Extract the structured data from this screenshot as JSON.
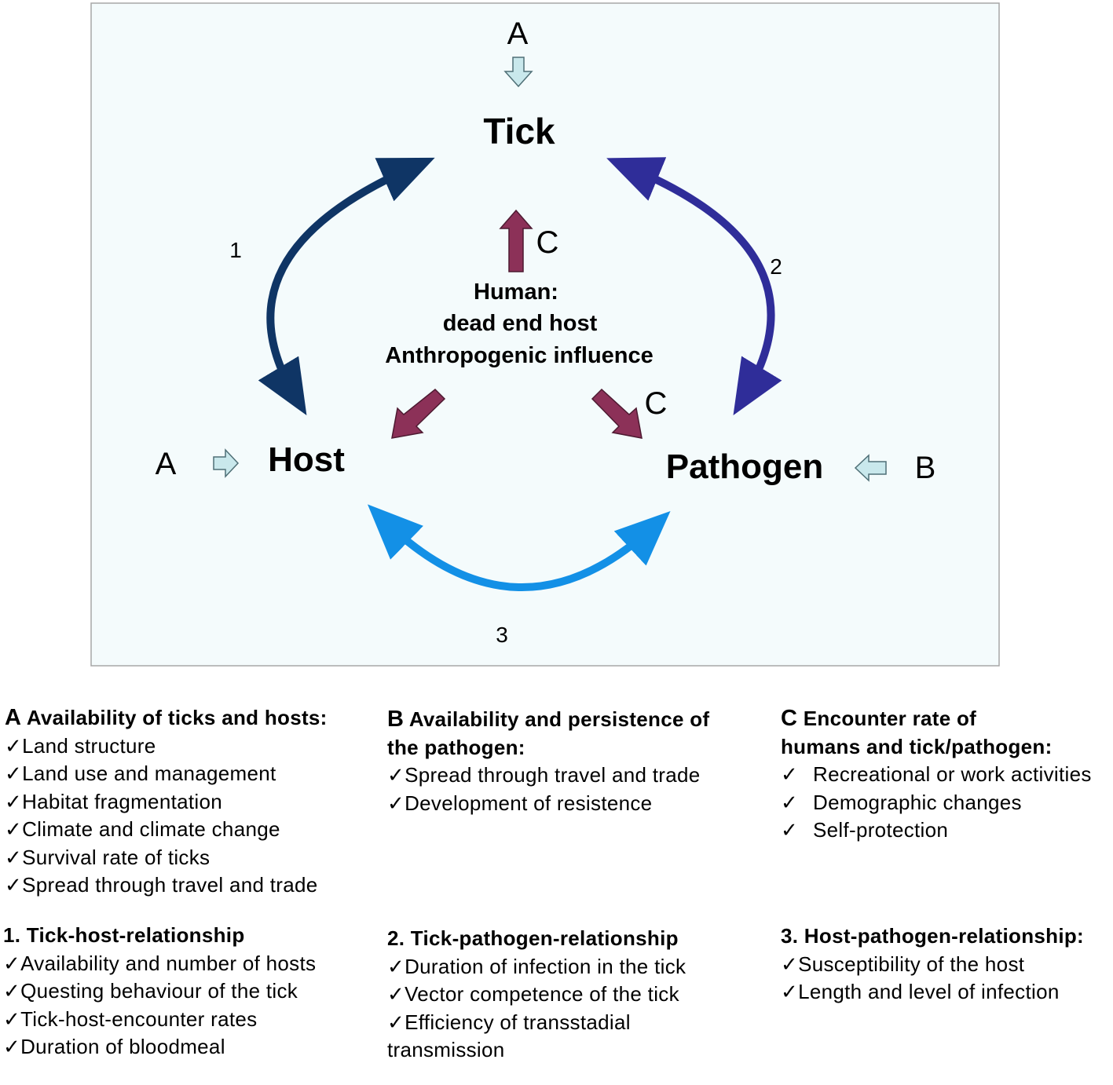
{
  "diagram": {
    "nodes": {
      "tick": "Tick",
      "host": "Host",
      "pathogen": "Pathogen"
    },
    "human_lines": [
      "Human:",
      "dead end host",
      "Anthropogenic influence"
    ],
    "factor_labels": {
      "tick_A": "A",
      "host_A": "A",
      "pathogen_B": "B",
      "human_to_tick_C": "C",
      "human_to_pathogen_C": "C"
    },
    "relationship_numbers": {
      "tick_host": "1",
      "tick_pathogen": "2",
      "host_pathogen": "3"
    },
    "colors": {
      "panel_bg": "#f4fbfc",
      "panel_border": "#a7a7a7",
      "arrow_1": "#0f3565",
      "arrow_2": "#2f2d99",
      "arrow_3": "#1390e6",
      "human_arrows": "#8c3158",
      "factor_arrows": "#c9e8ec"
    }
  },
  "legend": {
    "A": {
      "letter": "A",
      "title": "Availability  of ticks and hosts:",
      "items": [
        "Land structure",
        "Land use and management",
        "Habitat fragmentation",
        "Climate  and  climate  change",
        "Survival rate of ticks",
        "Spread  through  travel  and  trade"
      ]
    },
    "B": {
      "letter": "B",
      "title_lines": [
        "Availability  and persistence of",
        "the pathogen:"
      ],
      "items": [
        "Spread  through   travel and trade",
        "Development   of resistence"
      ]
    },
    "C": {
      "letter": "C",
      "title_lines": [
        "Encounter rate of",
        "humans and tick/pathogen:"
      ],
      "items": [
        "Recreational or work activities",
        "Demographic  changes",
        "Self-protection"
      ]
    },
    "r1": {
      "title": "1. Tick-host-relationship",
      "items": [
        "Availability and number  of hosts",
        "Questing behaviour of the tick",
        "Tick-host-encounter  rates",
        "Duration of bloodmeal"
      ]
    },
    "r2": {
      "title": "2. Tick-pathogen-relationship",
      "items": [
        "Duration of infection in the tick",
        "Vector competence  of the tick",
        "Efficiency of transstadial transmission"
      ]
    },
    "r3": {
      "title": "3. Host-pathogen-relationship:",
      "items": [
        "Susceptibility of the host",
        "Length  and  level of infection"
      ]
    },
    "check_mark": "✓"
  }
}
